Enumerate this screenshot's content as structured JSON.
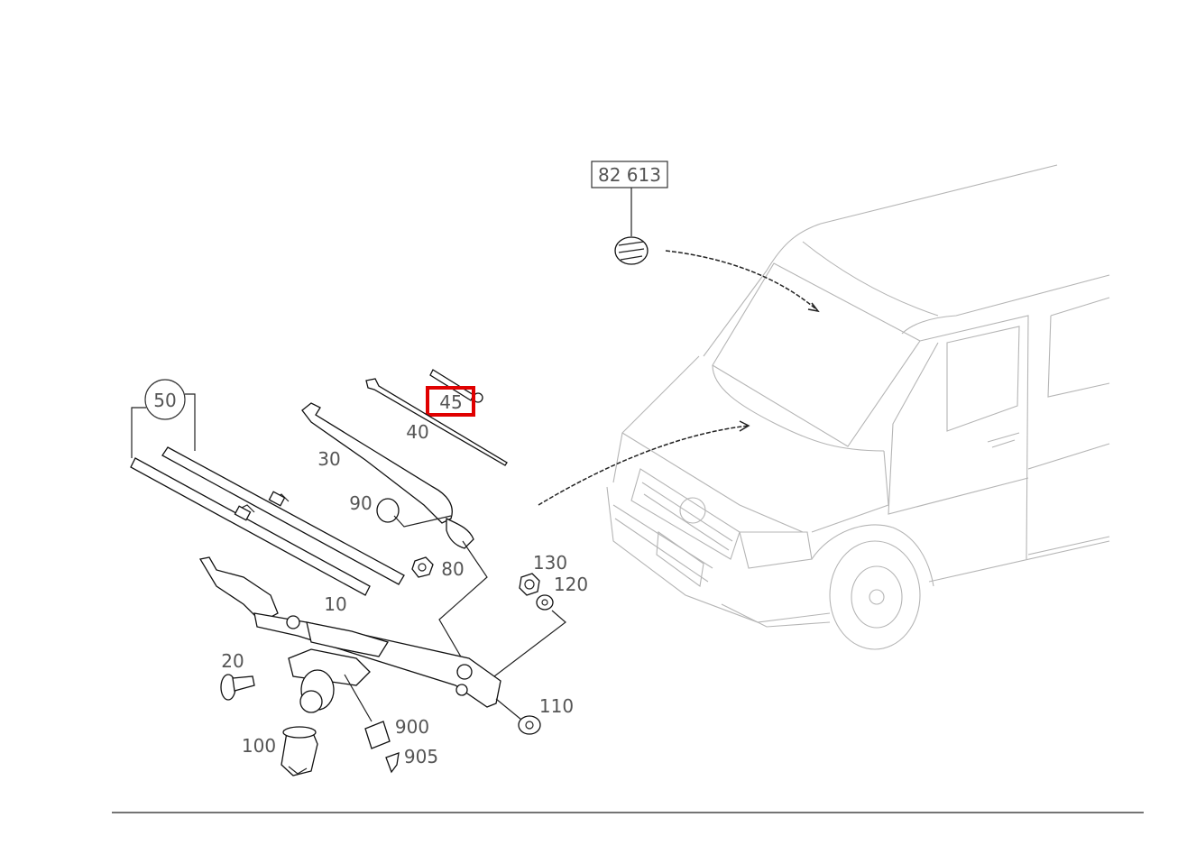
{
  "callouts": {
    "ref_box": "82 613",
    "p50": "50",
    "p45": "45",
    "p40": "40",
    "p30": "30",
    "p90": "90",
    "p80": "80",
    "p130": "130",
    "p120": "120",
    "p10": "10",
    "p20": "20",
    "p110": "110",
    "p900": "900",
    "p905": "905",
    "p100": "100"
  },
  "highlight": {
    "label": "45",
    "color": "#e00000"
  }
}
